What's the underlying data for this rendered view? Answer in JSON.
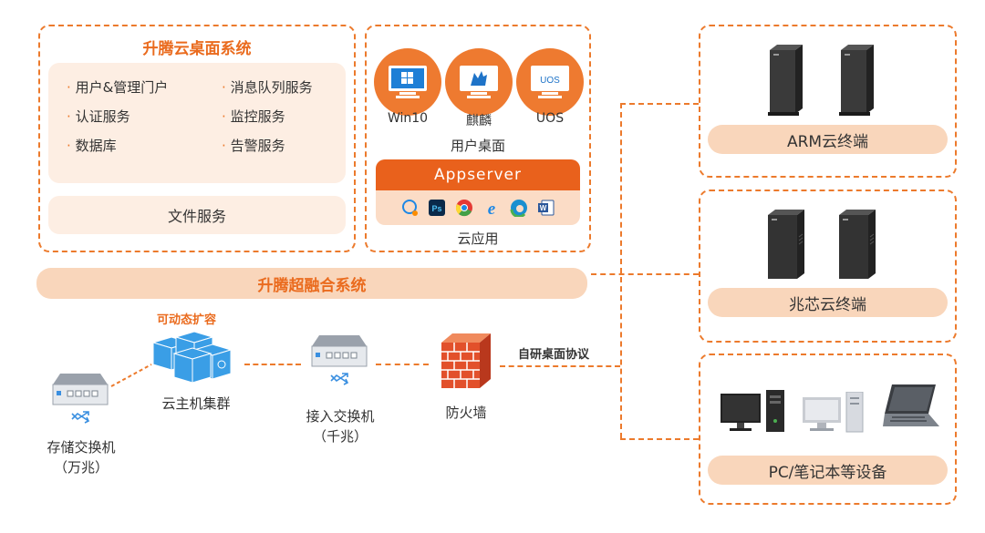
{
  "desktop_system": {
    "title": "升腾云桌面系统",
    "services_left": [
      "用户&管理门户",
      "认证服务",
      "数据库"
    ],
    "services_right": [
      "消息队列服务",
      "监控服务",
      "告警服务"
    ],
    "bullet": "·",
    "file_service": "文件服务"
  },
  "user_desktop": {
    "os": [
      {
        "name": "Win10",
        "icon": "windows-icon"
      },
      {
        "name": "麒麟",
        "icon": "kylin-icon"
      },
      {
        "name": "UOS",
        "icon": "uos-icon",
        "screen_text": "UOS"
      }
    ],
    "label": "用户桌面",
    "appserver": "Appserver",
    "apps": [
      "chat-icon",
      "photoshop-icon",
      "chrome-icon",
      "ie-icon",
      "edge-icon",
      "word-icon"
    ],
    "app_ps_text": "Ps",
    "app_word_text": "W",
    "cloud_app": "云应用"
  },
  "hyperconverged": {
    "label": "升腾超融合系统"
  },
  "network": {
    "scale_label": "可动态扩容",
    "cluster": "云主机集群",
    "access_switch": [
      "接入交换机",
      "（千兆）"
    ],
    "storage_switch": [
      "存储交换机",
      "（万兆）"
    ],
    "firewall": "防火墙",
    "protocol": "自研桌面协议"
  },
  "terminals": [
    {
      "label": "ARM云终端"
    },
    {
      "label": "兆芯云终端"
    },
    {
      "label": "PC/笔记本等设备"
    }
  ],
  "colors": {
    "accent": "#ec7a2c",
    "pill": "#f9d6bb",
    "panel": "#fdeee3"
  }
}
